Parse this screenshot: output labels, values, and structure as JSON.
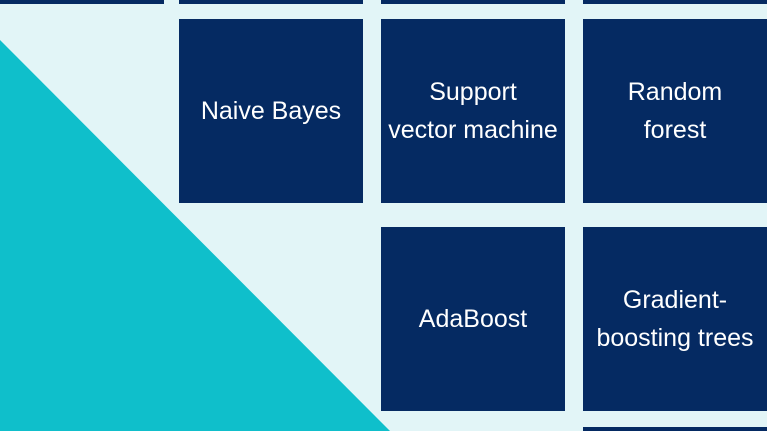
{
  "colors": {
    "background": "#e2f5f7",
    "accent_triangle": "#0fbfcb",
    "tile": "#052a62",
    "tile_text": "#ffffff"
  },
  "tiles": {
    "naive_bayes": "Naive Bayes",
    "svm": "Support\nvector machine",
    "random_forest": "Random\nforest",
    "adaboost": "AdaBoost",
    "gradient_boosting": "Gradient-\nboosting trees"
  }
}
